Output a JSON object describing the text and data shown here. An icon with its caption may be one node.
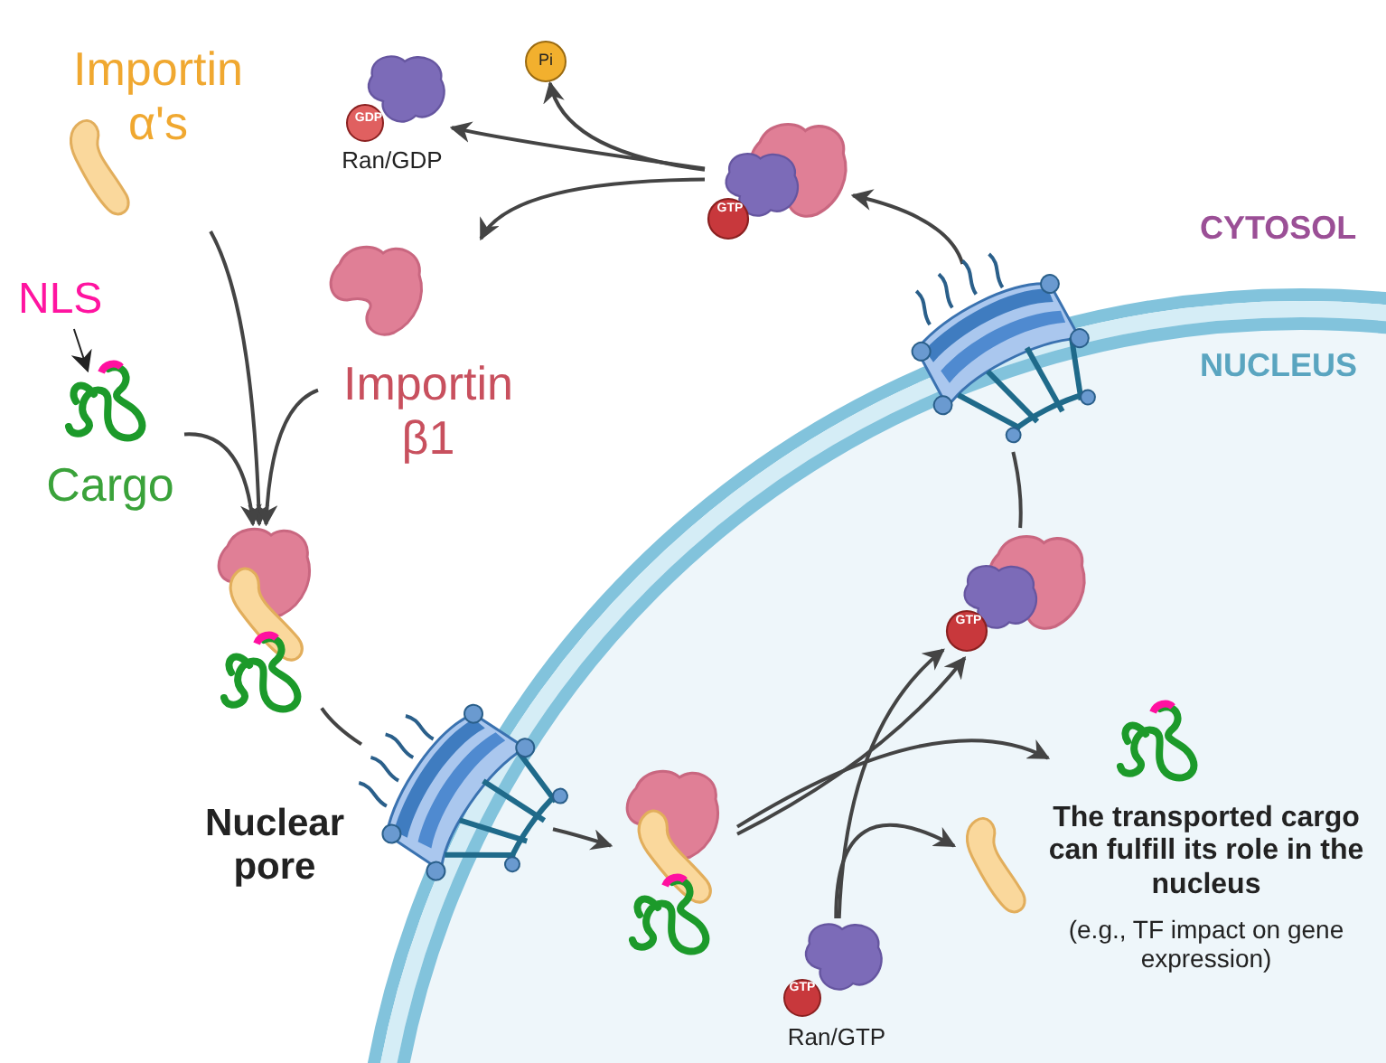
{
  "diagram": {
    "nodes": [
      {
        "text": [
          "Importin α's"
        ]
      },
      {
        "text": [
          "NLS"
        ]
      },
      {
        "text": [
          "Cargo"
        ]
      },
      {
        "text": [
          "Importin β1"
        ]
      },
      {
        "text": [],
        "shape": "picture"
      },
      {
        "text": [],
        "shape": "picture",
        "beside": [
          "Nuclear pore"
        ]
      },
      {
        "text": [],
        "shape": "picture"
      },
      {
        "text": [
          "GTP",
          "Ran/GTP"
        ]
      },
      {
        "text": [],
        "shape": "picture"
      },
      {
        "text": [
          "The transported cargo can fulfill its role in the nucleus",
          "(e.g., TF impact on gene expression)"
        ]
      },
      {
        "text": [
          "GTP"
        ]
      },
      {
        "text": [],
        "shape": "picture"
      },
      {
        "text": [
          "GTP"
        ]
      },
      {
        "text": [
          "GDP",
          "Ran/GDP"
        ]
      },
      {
        "text": [
          "Pi"
        ]
      }
    ],
    "edges": [
      {
        "from": 0,
        "to": 4,
        "arrow": "to"
      },
      {
        "from": 1,
        "to": 2,
        "arrow": "to"
      },
      {
        "from": 2,
        "to": 4,
        "arrow": "to"
      },
      {
        "from": 3,
        "to": 4,
        "arrow": "to"
      },
      {
        "from": 4,
        "to": 5,
        "arrow": "none"
      },
      {
        "from": 5,
        "to": 6,
        "arrow": "to"
      },
      {
        "from": 6,
        "to": 10,
        "arrow": "to"
      },
      {
        "from": 6,
        "to": 9,
        "arrow": "to"
      },
      {
        "from": 7,
        "to": 8,
        "arrow": "to"
      },
      {
        "from": 7,
        "to": 10,
        "arrow": "to"
      },
      {
        "from": 10,
        "to": 11,
        "arrow": "none"
      },
      {
        "from": 11,
        "to": 12,
        "arrow": "to"
      },
      {
        "from": 12,
        "to": 13,
        "arrow": "to"
      },
      {
        "from": 12,
        "to": 14,
        "arrow": "to"
      },
      {
        "from": 12,
        "to": 3,
        "arrow": "to"
      }
    ],
    "labels": [
      "CYTOSOL",
      "NUCLEUS"
    ]
  }
}
